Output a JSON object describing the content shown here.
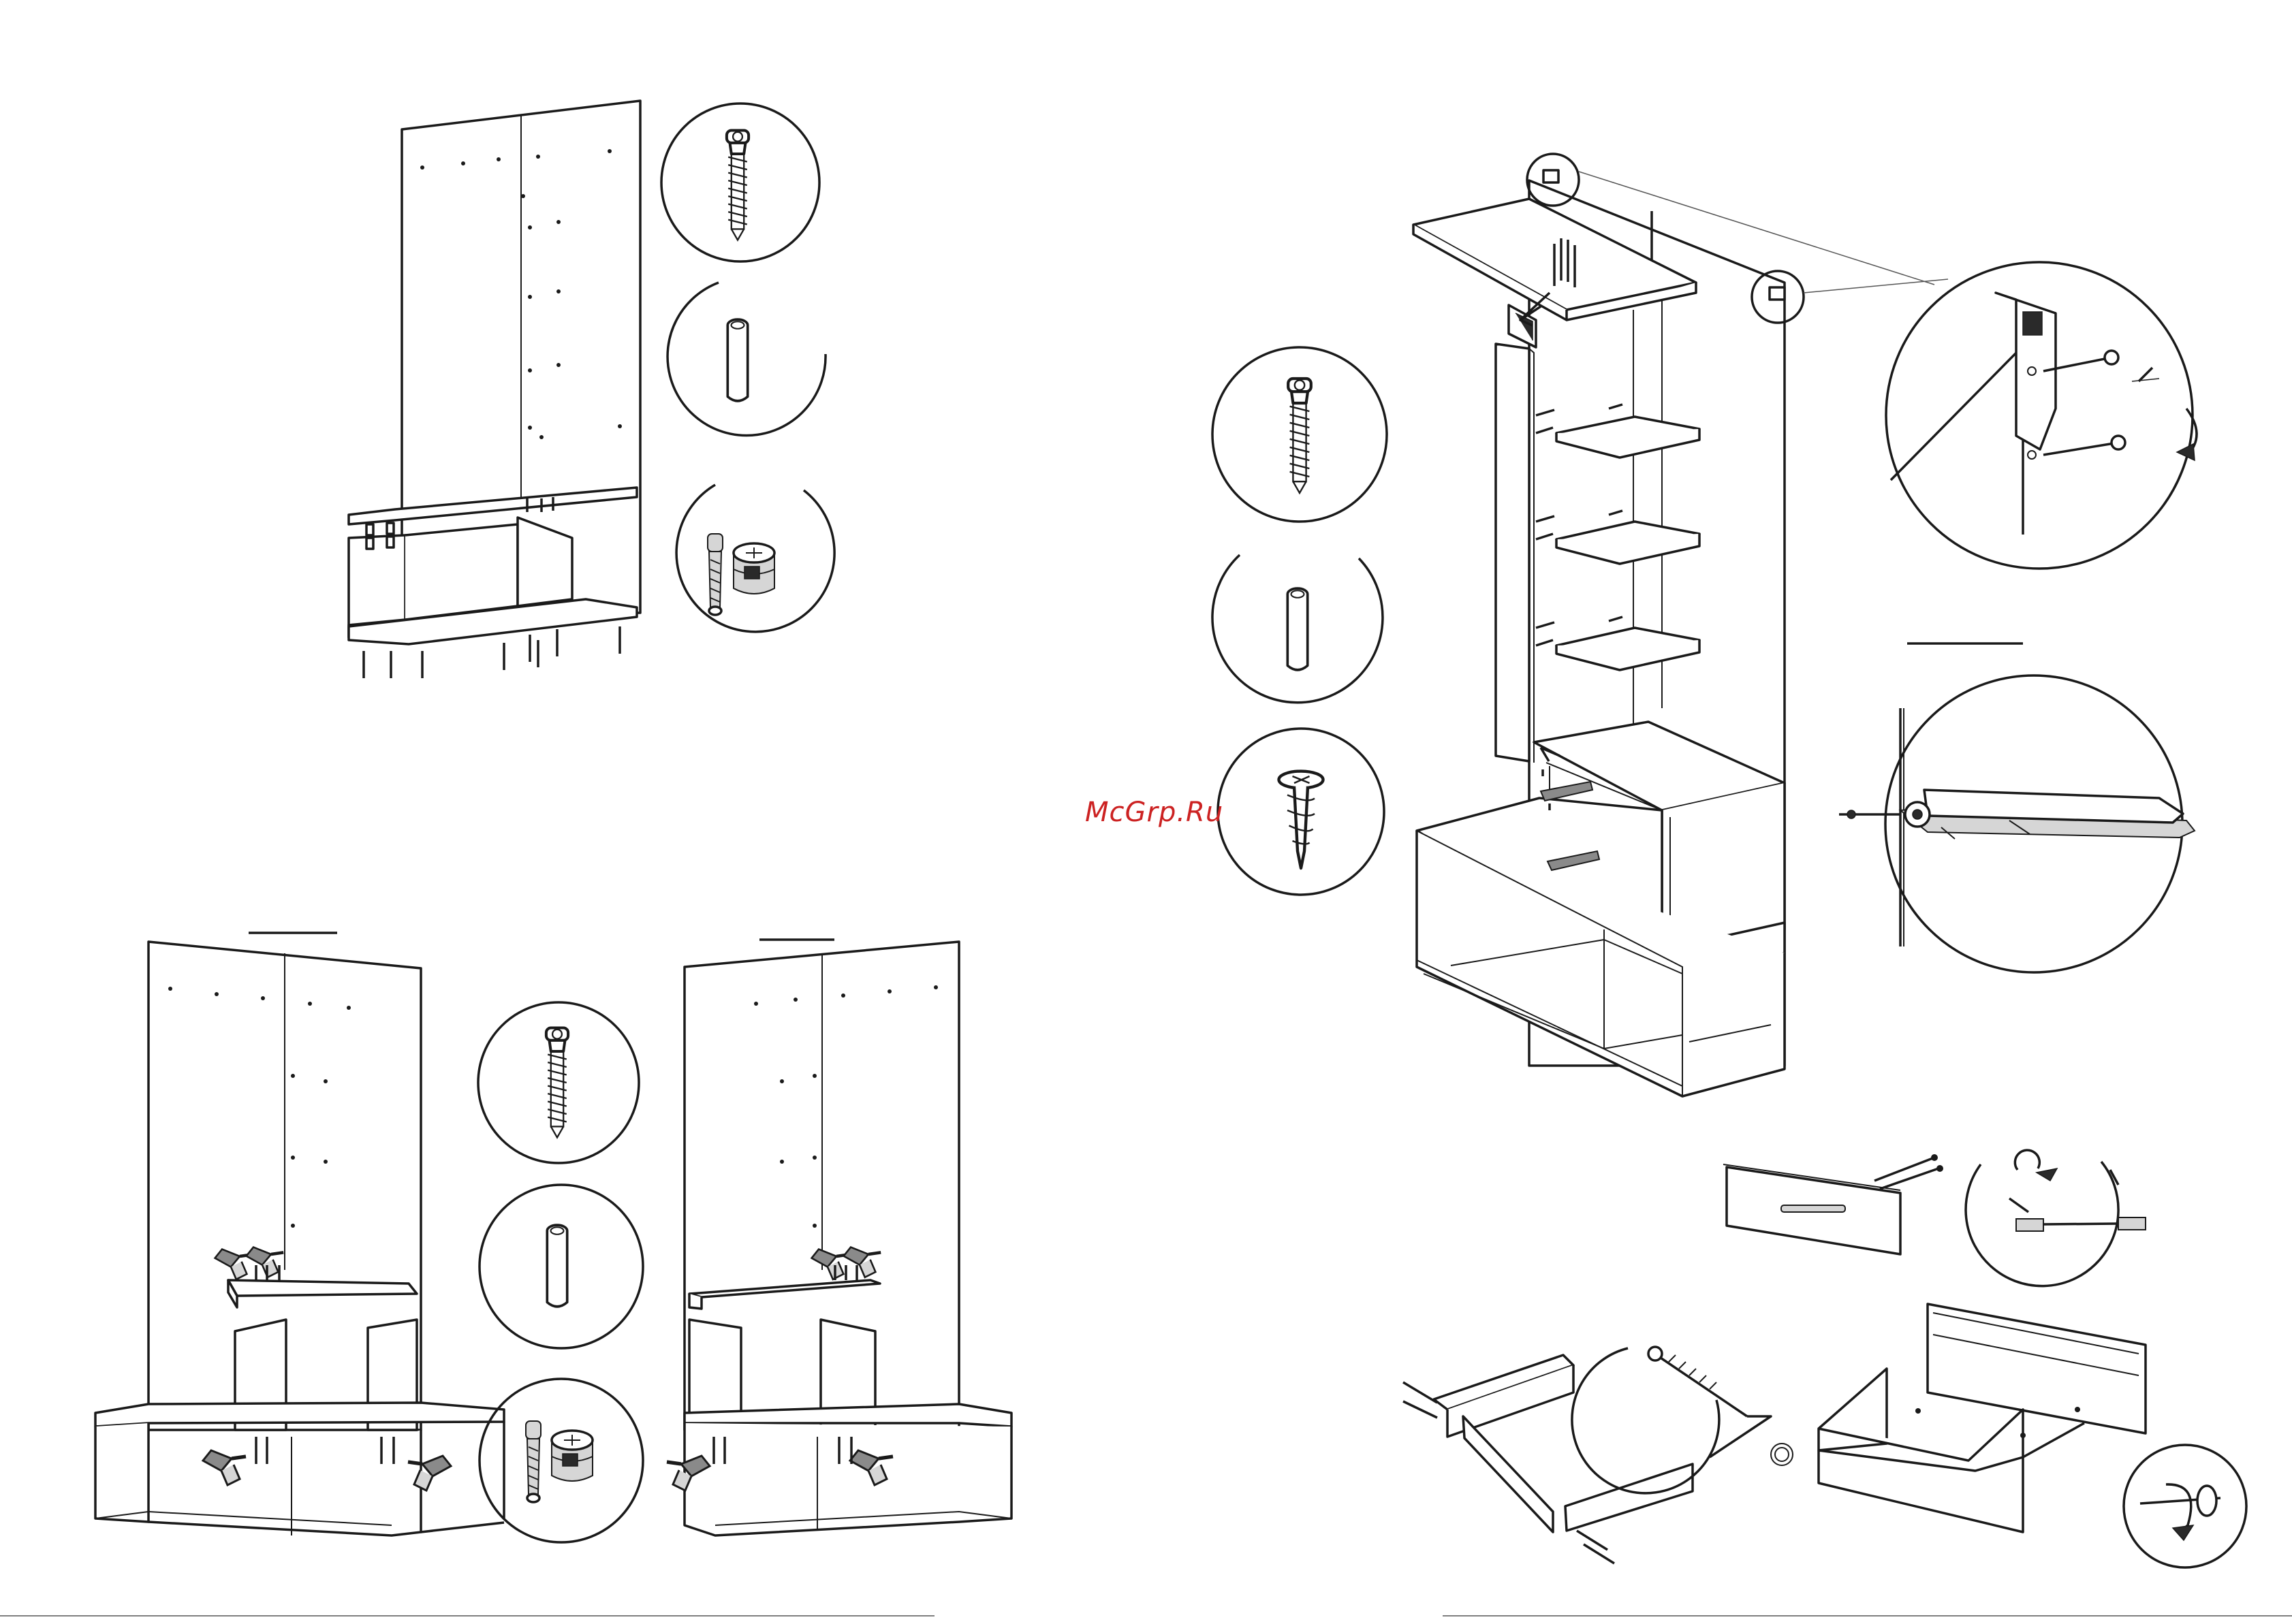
{
  "watermark": {
    "text": "McGrp.Ru",
    "color": "#cc2222"
  },
  "steps": [
    {
      "id": "step-1",
      "description_icons": [
        "confirmat-screw-icon",
        "wood-dowel-icon",
        "cam-lock-icon"
      ]
    },
    {
      "id": "step-2",
      "description_icons": [
        "confirmat-screw-icon",
        "wood-dowel-icon",
        "cam-lock-icon"
      ]
    },
    {
      "id": "step-3",
      "description_icons": [
        "confirmat-screw-icon",
        "wood-dowel-icon",
        "wood-screw-icon"
      ]
    },
    {
      "id": "step-4",
      "description_icons": [
        "drawer-handle-icon",
        "eccentric-tie-icon",
        "rotate-arrow-icon"
      ]
    }
  ],
  "colors": {
    "line": "#1a1a1a",
    "background": "#ffffff",
    "fill_gray": "#8a8a8a"
  }
}
